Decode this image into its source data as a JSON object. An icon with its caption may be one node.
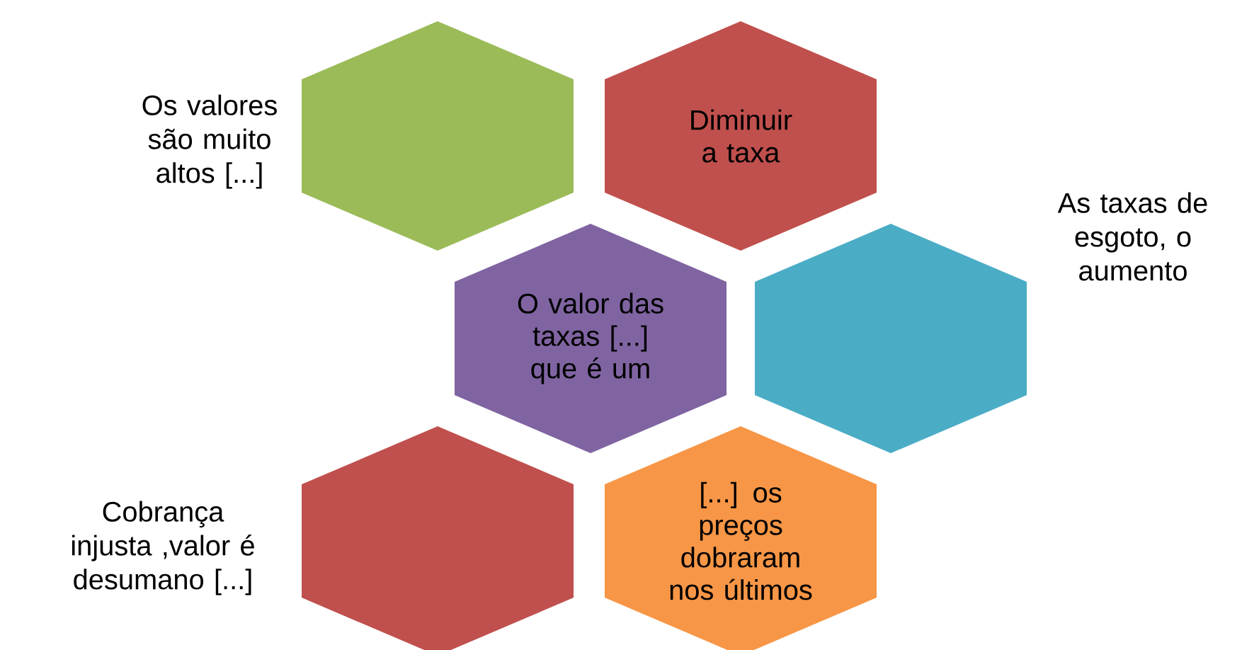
{
  "diagram": {
    "nodes": [
      {
        "text": [],
        "shape": "hexagon",
        "beside": [
          "Os valores são muito altos [...]"
        ]
      },
      {
        "text": [
          "Diminuir a taxa"
        ]
      },
      {
        "text": [
          "O valor das taxas [...] que é um"
        ]
      },
      {
        "text": [],
        "shape": "hexagon",
        "beside": [
          "As taxas de esgoto, o aumento"
        ]
      },
      {
        "text": [],
        "shape": "hexagon",
        "beside": [
          "Cobrança injusta ,valor é desumano [...]"
        ]
      },
      {
        "text": [
          "[...] os preços dobraram nos últimos"
        ]
      }
    ]
  }
}
